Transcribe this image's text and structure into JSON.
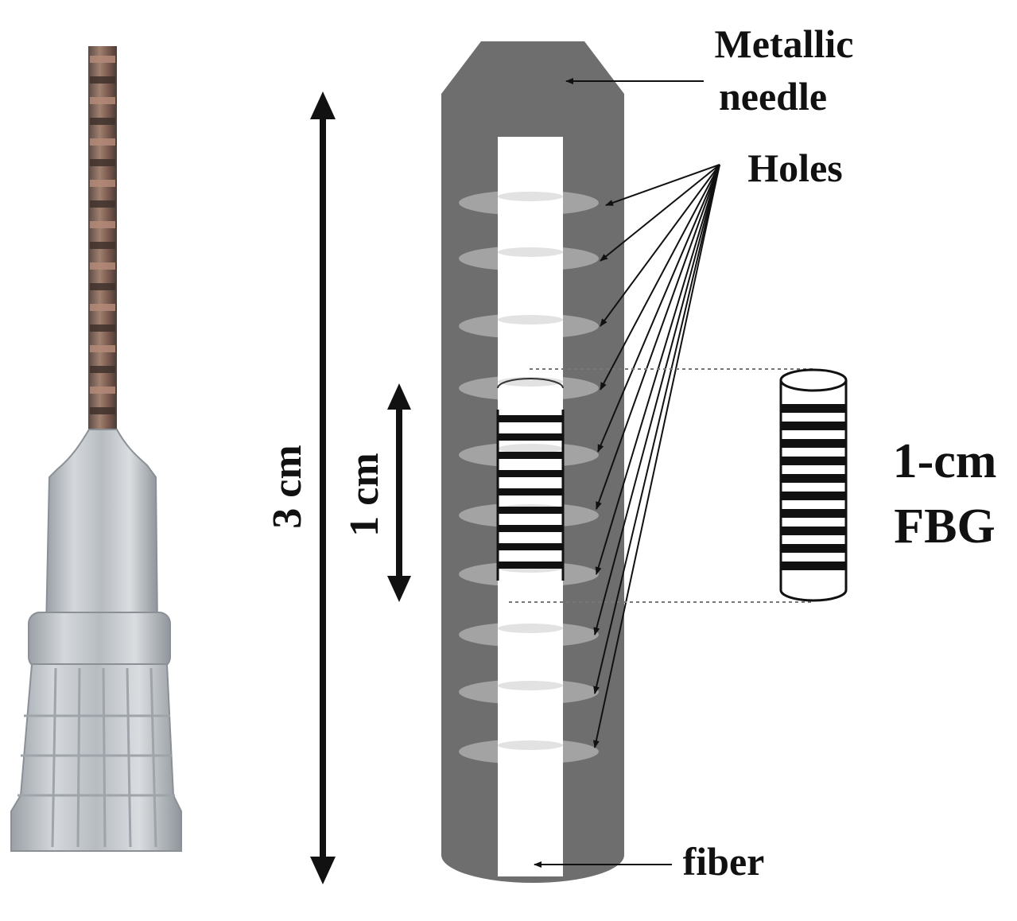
{
  "labels": {
    "metallic": "Metallic",
    "needle": "needle",
    "holes": "Holes",
    "fiber": "fiber",
    "three_cm": "3 cm",
    "one_cm": "1 cm",
    "one_cm_dash": "1-cm",
    "fbg": "FBG"
  },
  "colors": {
    "needle_body": "#6e6e6e",
    "hole": "#a3a3a3",
    "fiber": "#ffffff",
    "grating_dark": "#111111",
    "annotation": "#111111",
    "photo_plastic": "#c8ccd0",
    "photo_metal": "#8a6a5a"
  },
  "diagram": {
    "hole_count": 10,
    "grating_stripe_count_needle": 9,
    "grating_stripe_count_detail": 10
  }
}
